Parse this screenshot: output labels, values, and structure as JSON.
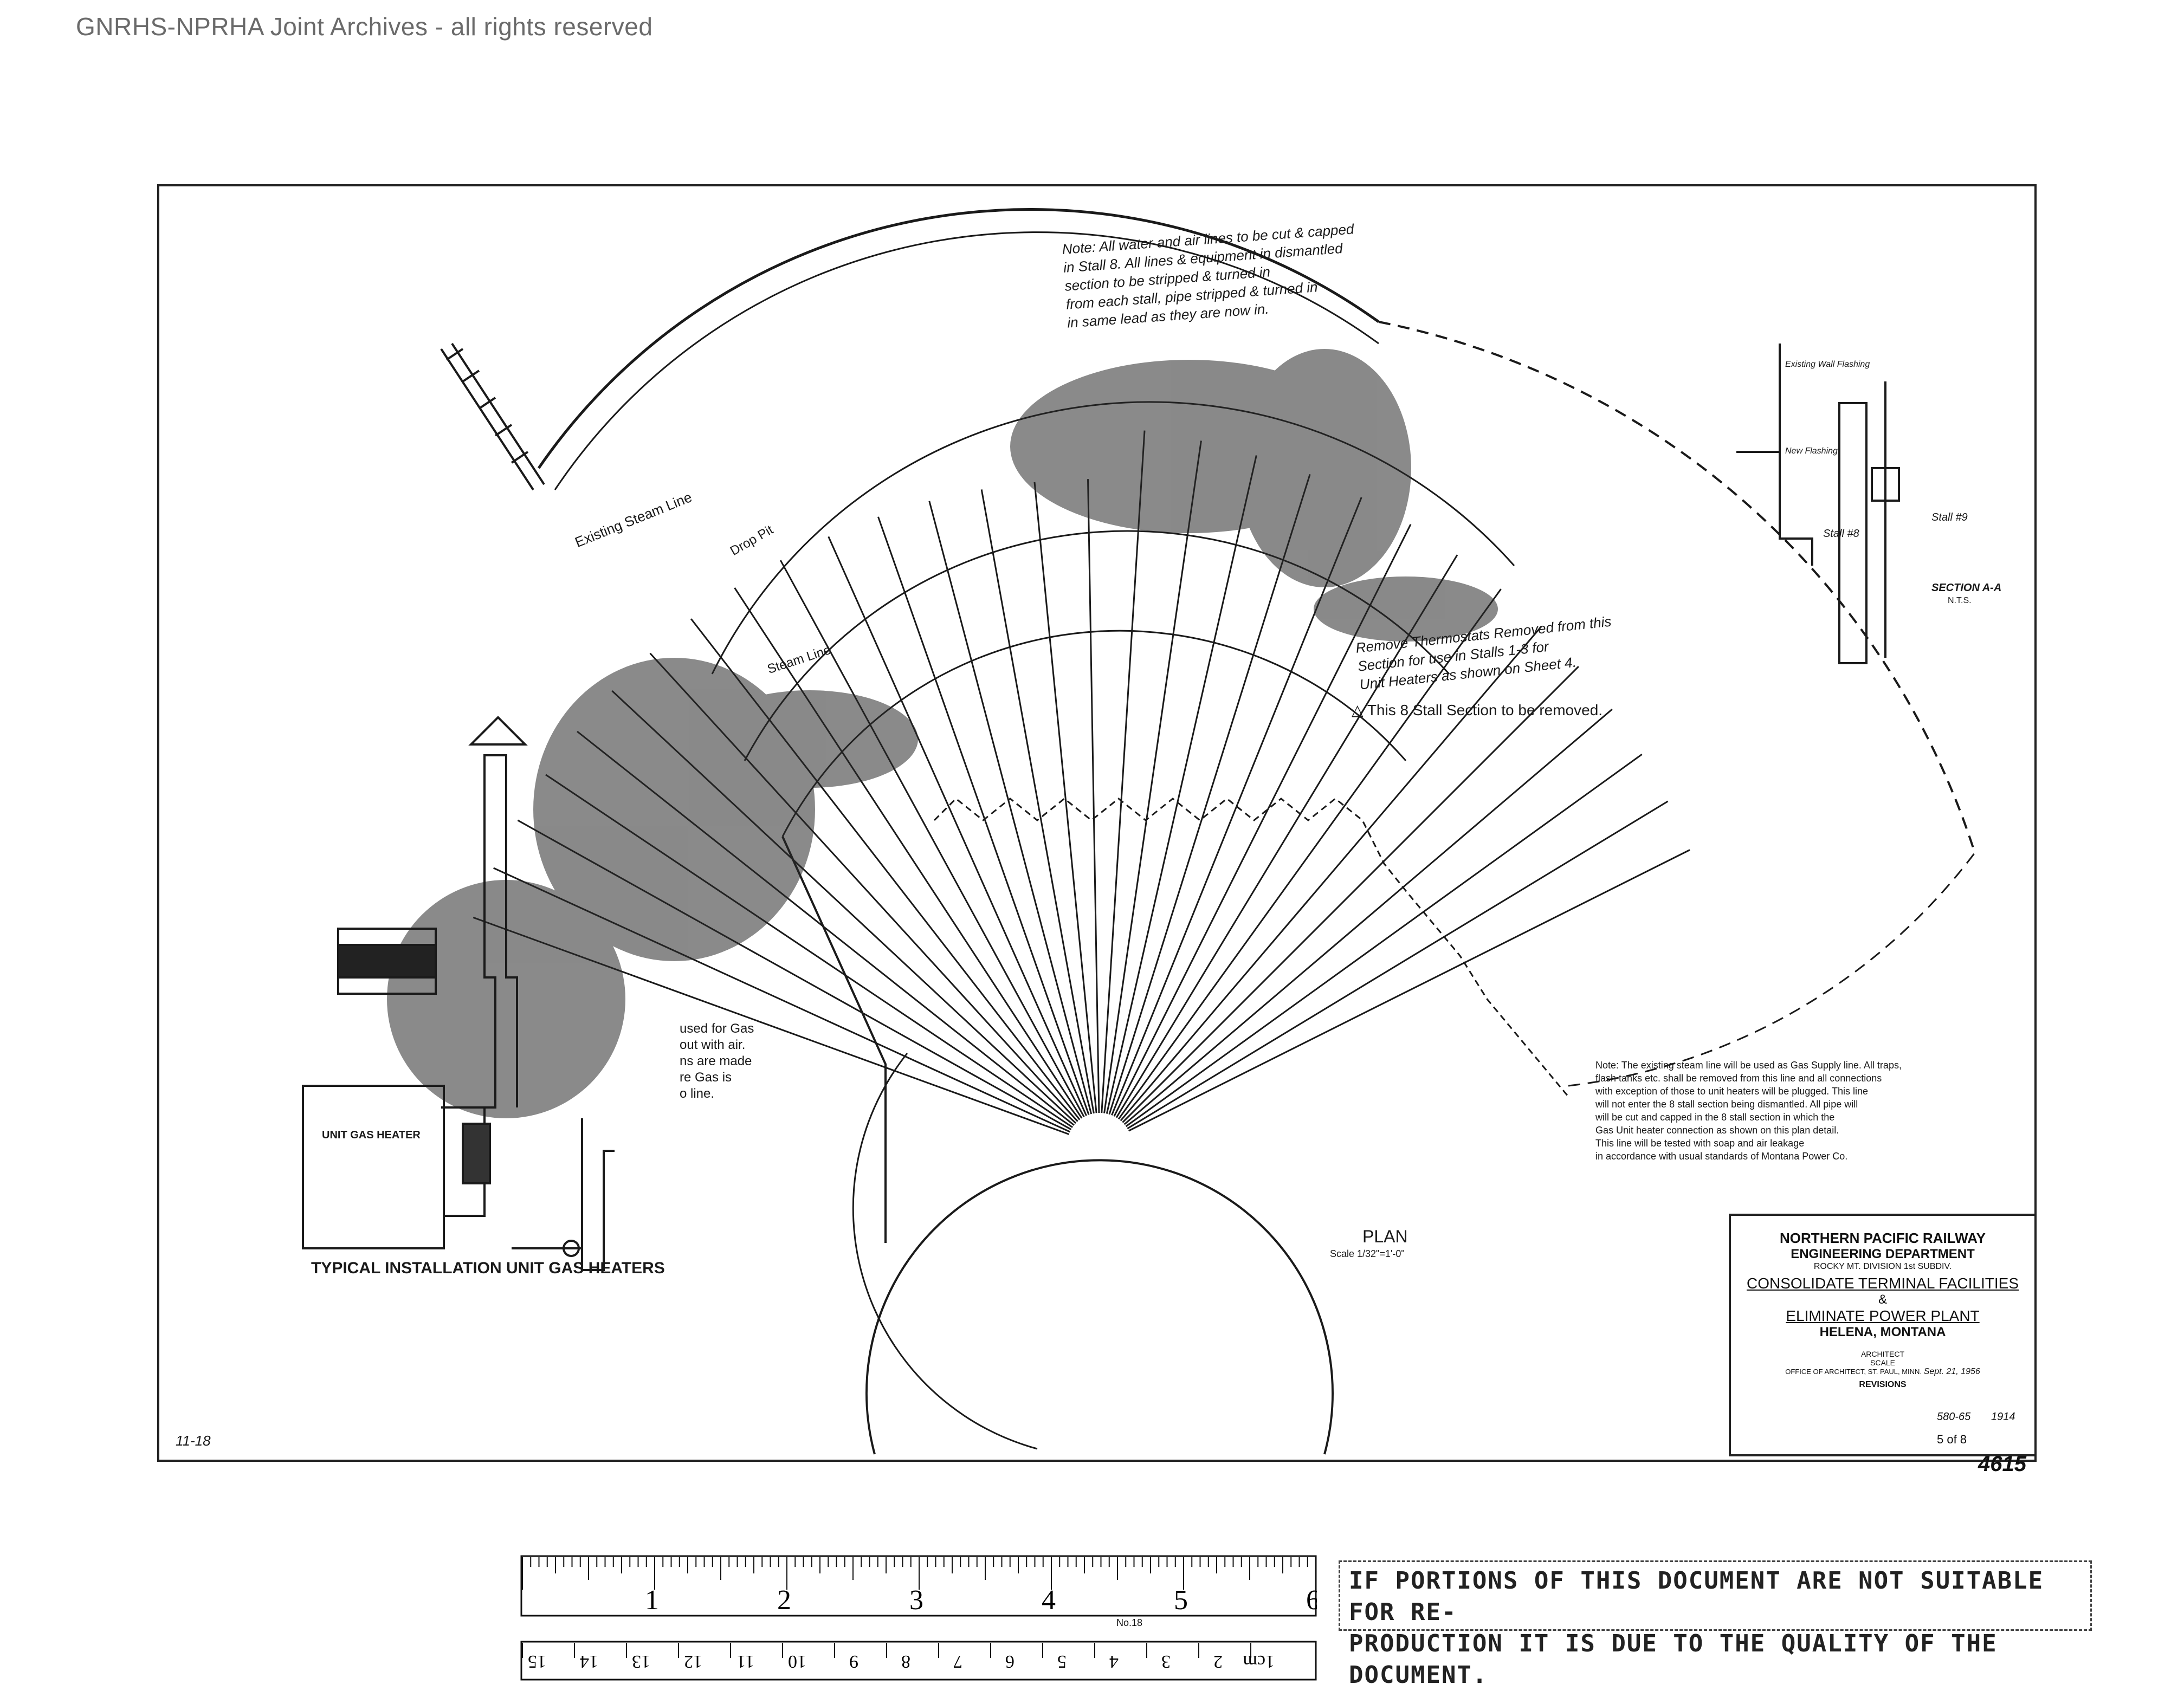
{
  "watermark": "GNRHS-NPRHA Joint Archives - all rights reserved",
  "plan": {
    "title": "PLAN",
    "scale": "Scale 1/32\"=1'-0\"",
    "section_note": "This 8 Stall Section to be removed.",
    "existing_steam_line": "Existing Steam Line",
    "drop_pit": "Drop Pit",
    "steam_line": "Steam Line",
    "typical_installation": "TYPICAL INSTALLATION UNIT GAS HEATERS",
    "unit_heater_label": "UNIT GAS HEATER"
  },
  "notes": {
    "top_note": [
      "Note: All water and air lines to be cut & capped",
      "in Stall 8. All lines & equipment in dismantled",
      "section to be stripped & turned in",
      "from each stall, pipe stripped & turned in",
      "in same lead as they are now in."
    ],
    "mid_note": [
      "Remove Thermostats Removed from this",
      "Section for use in Stalls 1-3 for",
      "Unit Heaters as shown on Sheet 4."
    ],
    "right_note": [
      "Note: The existing steam line will be used as Gas Supply line. All traps,",
      "flash tanks etc. shall be removed from this line and all connections",
      "with exception of those to unit heaters will be plugged. This line",
      "will not enter the 8 stall section being dismantled. All pipe will",
      "will be cut and capped in the 8 stall section in which the",
      "Gas Unit heater connection as shown on this plan detail.",
      "This line will be tested with soap and air leakage",
      "in accordance with usual standards of Montana Power Co."
    ],
    "gas_note": [
      "used for Gas",
      "out with air.",
      "ns are made",
      "re Gas is",
      "o line."
    ]
  },
  "section": {
    "title": "SECTION A-A",
    "scale": "N.T.S.",
    "stall_8": "Stall #8",
    "stall_9": "Stall #9",
    "existing_wall": "Existing Wall Flashing",
    "new_flashing": "New Flashing"
  },
  "title_block": {
    "railway": "NORTHERN PACIFIC RAILWAY",
    "department": "ENGINEERING DEPARTMENT",
    "division": "ROCKY MT. DIVISION 1st SUBDIV.",
    "project": "CONSOLIDATE TERMINAL FACILITIES",
    "amp": "&",
    "scope": "ELIMINATE POWER PLANT",
    "location": "HELENA, MONTANA",
    "architect": "ARCHITECT",
    "scale": "SCALE",
    "office": "OFFICE OF ARCHITECT, ST. PAUL, MINN.",
    "date": "Sept. 21, 1956",
    "revisions": "REVISIONS",
    "afe_no": "580-65",
    "job_no": "1914",
    "sheet": "5 of 8",
    "drawing_no": "4615",
    "corner_mark": "11-18"
  },
  "ruler": {
    "inches": [
      "1",
      "2",
      "3",
      "4",
      "5",
      "6"
    ],
    "cm": [
      "15",
      "14",
      "13",
      "12",
      "11",
      "10",
      "9",
      "8",
      "7",
      "6",
      "5",
      "4",
      "3",
      "2",
      "1cm"
    ],
    "model": "No.18"
  },
  "stamp": [
    "IF PORTIONS OF THIS DOCUMENT ARE NOT SUITABLE FOR RE-",
    "PRODUCTION IT IS DUE TO THE QUALITY OF THE DOCUMENT."
  ]
}
